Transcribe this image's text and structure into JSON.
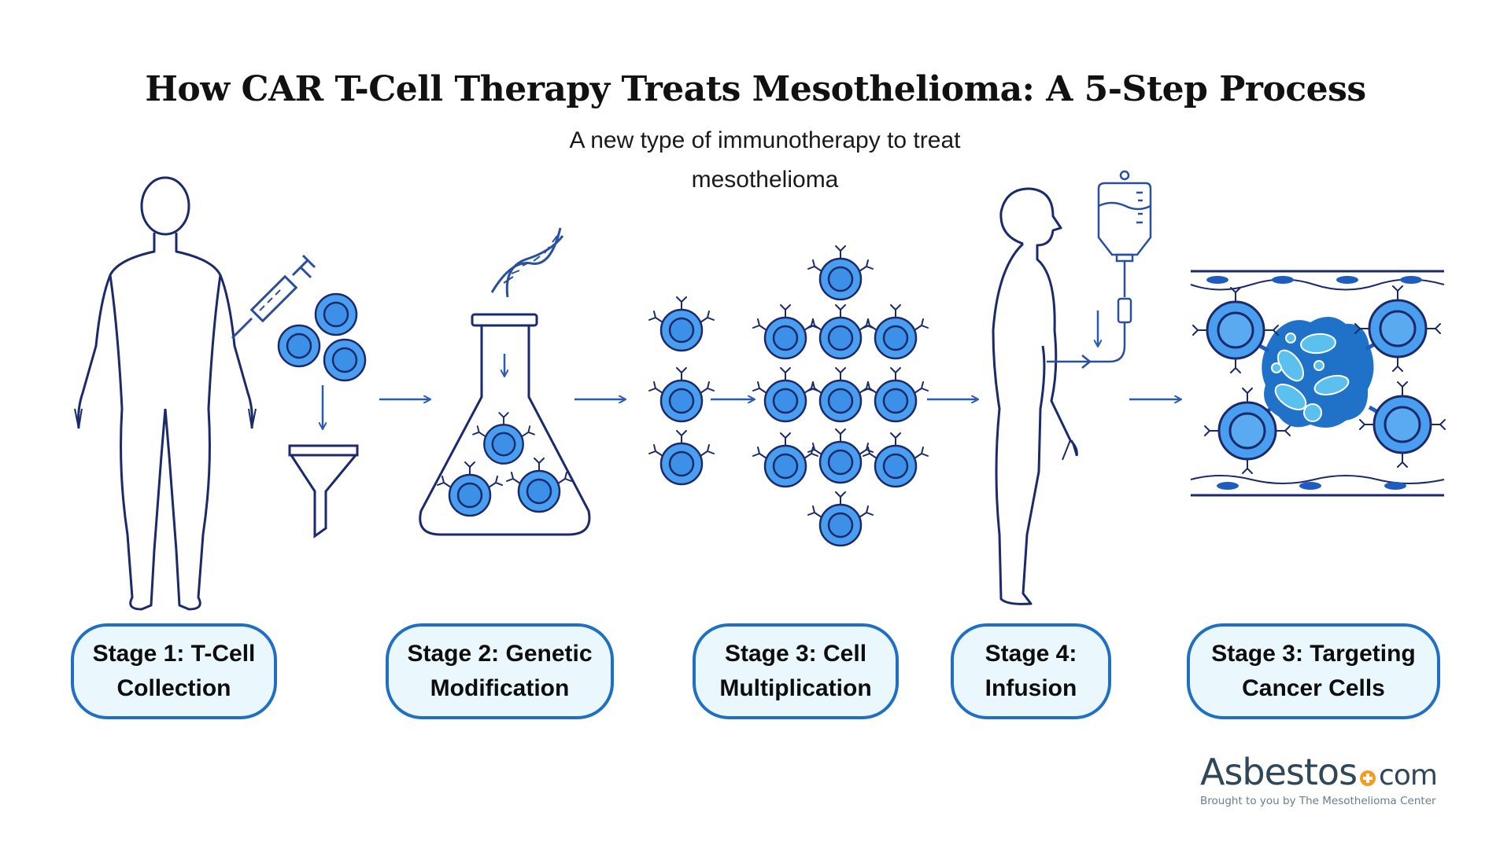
{
  "header": {
    "title": "How CAR T-Cell Therapy Treats Mesothelioma: A 5-Step Process",
    "subtitle_line1": "A new type of immunotherapy to treat",
    "subtitle_line2": "mesothelioma"
  },
  "colors": {
    "outline": "#1b2a6b",
    "cell_fill": "#4a9ef0",
    "accent_blue": "#1f6fc5",
    "box_fill": "#eaf7fd",
    "arrow": "#2a5ab8",
    "logo_text": "#2f4858",
    "logo_plus": "#f39c1e"
  },
  "illustrations": [
    {
      "name": "human-body-front",
      "icon": "human-silhouette-icon"
    },
    {
      "name": "syringe",
      "icon": "syringe-icon"
    },
    {
      "name": "t-cells",
      "icon": "t-cell-icon"
    },
    {
      "name": "filter-funnel",
      "icon": "funnel-icon"
    },
    {
      "name": "dna-helix",
      "icon": "dna-icon"
    },
    {
      "name": "lab-flask",
      "icon": "flask-icon"
    },
    {
      "name": "multiplying-cells",
      "icon": "car-t-cell-icon"
    },
    {
      "name": "human-body-side",
      "icon": "human-profile-icon"
    },
    {
      "name": "iv-bag",
      "icon": "iv-drip-icon"
    },
    {
      "name": "blood-vessel",
      "icon": "blood-vessel-icon"
    },
    {
      "name": "cancer-cell",
      "icon": "cancer-cell-icon"
    }
  ],
  "stages": [
    {
      "line1": "Stage 1: T-Cell",
      "line2": "Collection"
    },
    {
      "line1": "Stage 2: Genetic",
      "line2": "Modification"
    },
    {
      "line1": "Stage 3: Cell",
      "line2": "Multiplication"
    },
    {
      "line1": "Stage 4:",
      "line2": "Infusion"
    },
    {
      "line1": "Stage 3: Targeting",
      "line2": "Cancer Cells"
    }
  ],
  "logo": {
    "brand": "Asbestos",
    "suffix": "com",
    "tagline": "Brought to you by The Mesothelioma Center"
  }
}
